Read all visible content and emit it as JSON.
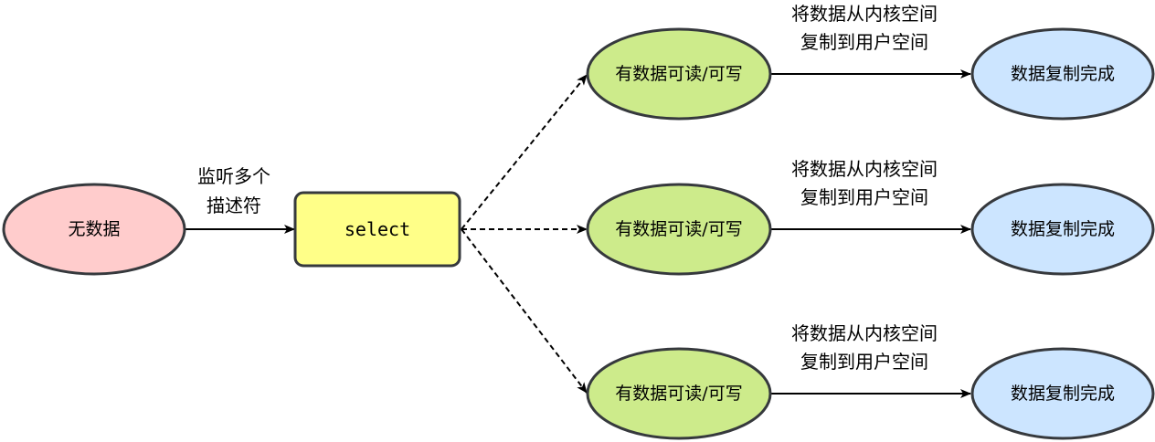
{
  "colors": {
    "start": "#ffcccc",
    "select": "#ffff88",
    "ready": "#cdeb8b",
    "done": "#cce5ff",
    "stroke": "#36393d"
  },
  "start_node": "无数据",
  "start_edge_label": [
    "监听多个",
    "描述符"
  ],
  "select_node": "select",
  "rows": [
    {
      "ready": "有数据可读/可写",
      "edge_label": [
        "将数据从内核空间",
        "复制到用户空间"
      ],
      "done": "数据复制完成"
    },
    {
      "ready": "有数据可读/可写",
      "edge_label": [
        "将数据从内核空间",
        "复制到用户空间"
      ],
      "done": "数据复制完成"
    },
    {
      "ready": "有数据可读/可写",
      "edge_label": [
        "将数据从内核空间",
        "复制到用户空间"
      ],
      "done": "数据复制完成"
    }
  ]
}
